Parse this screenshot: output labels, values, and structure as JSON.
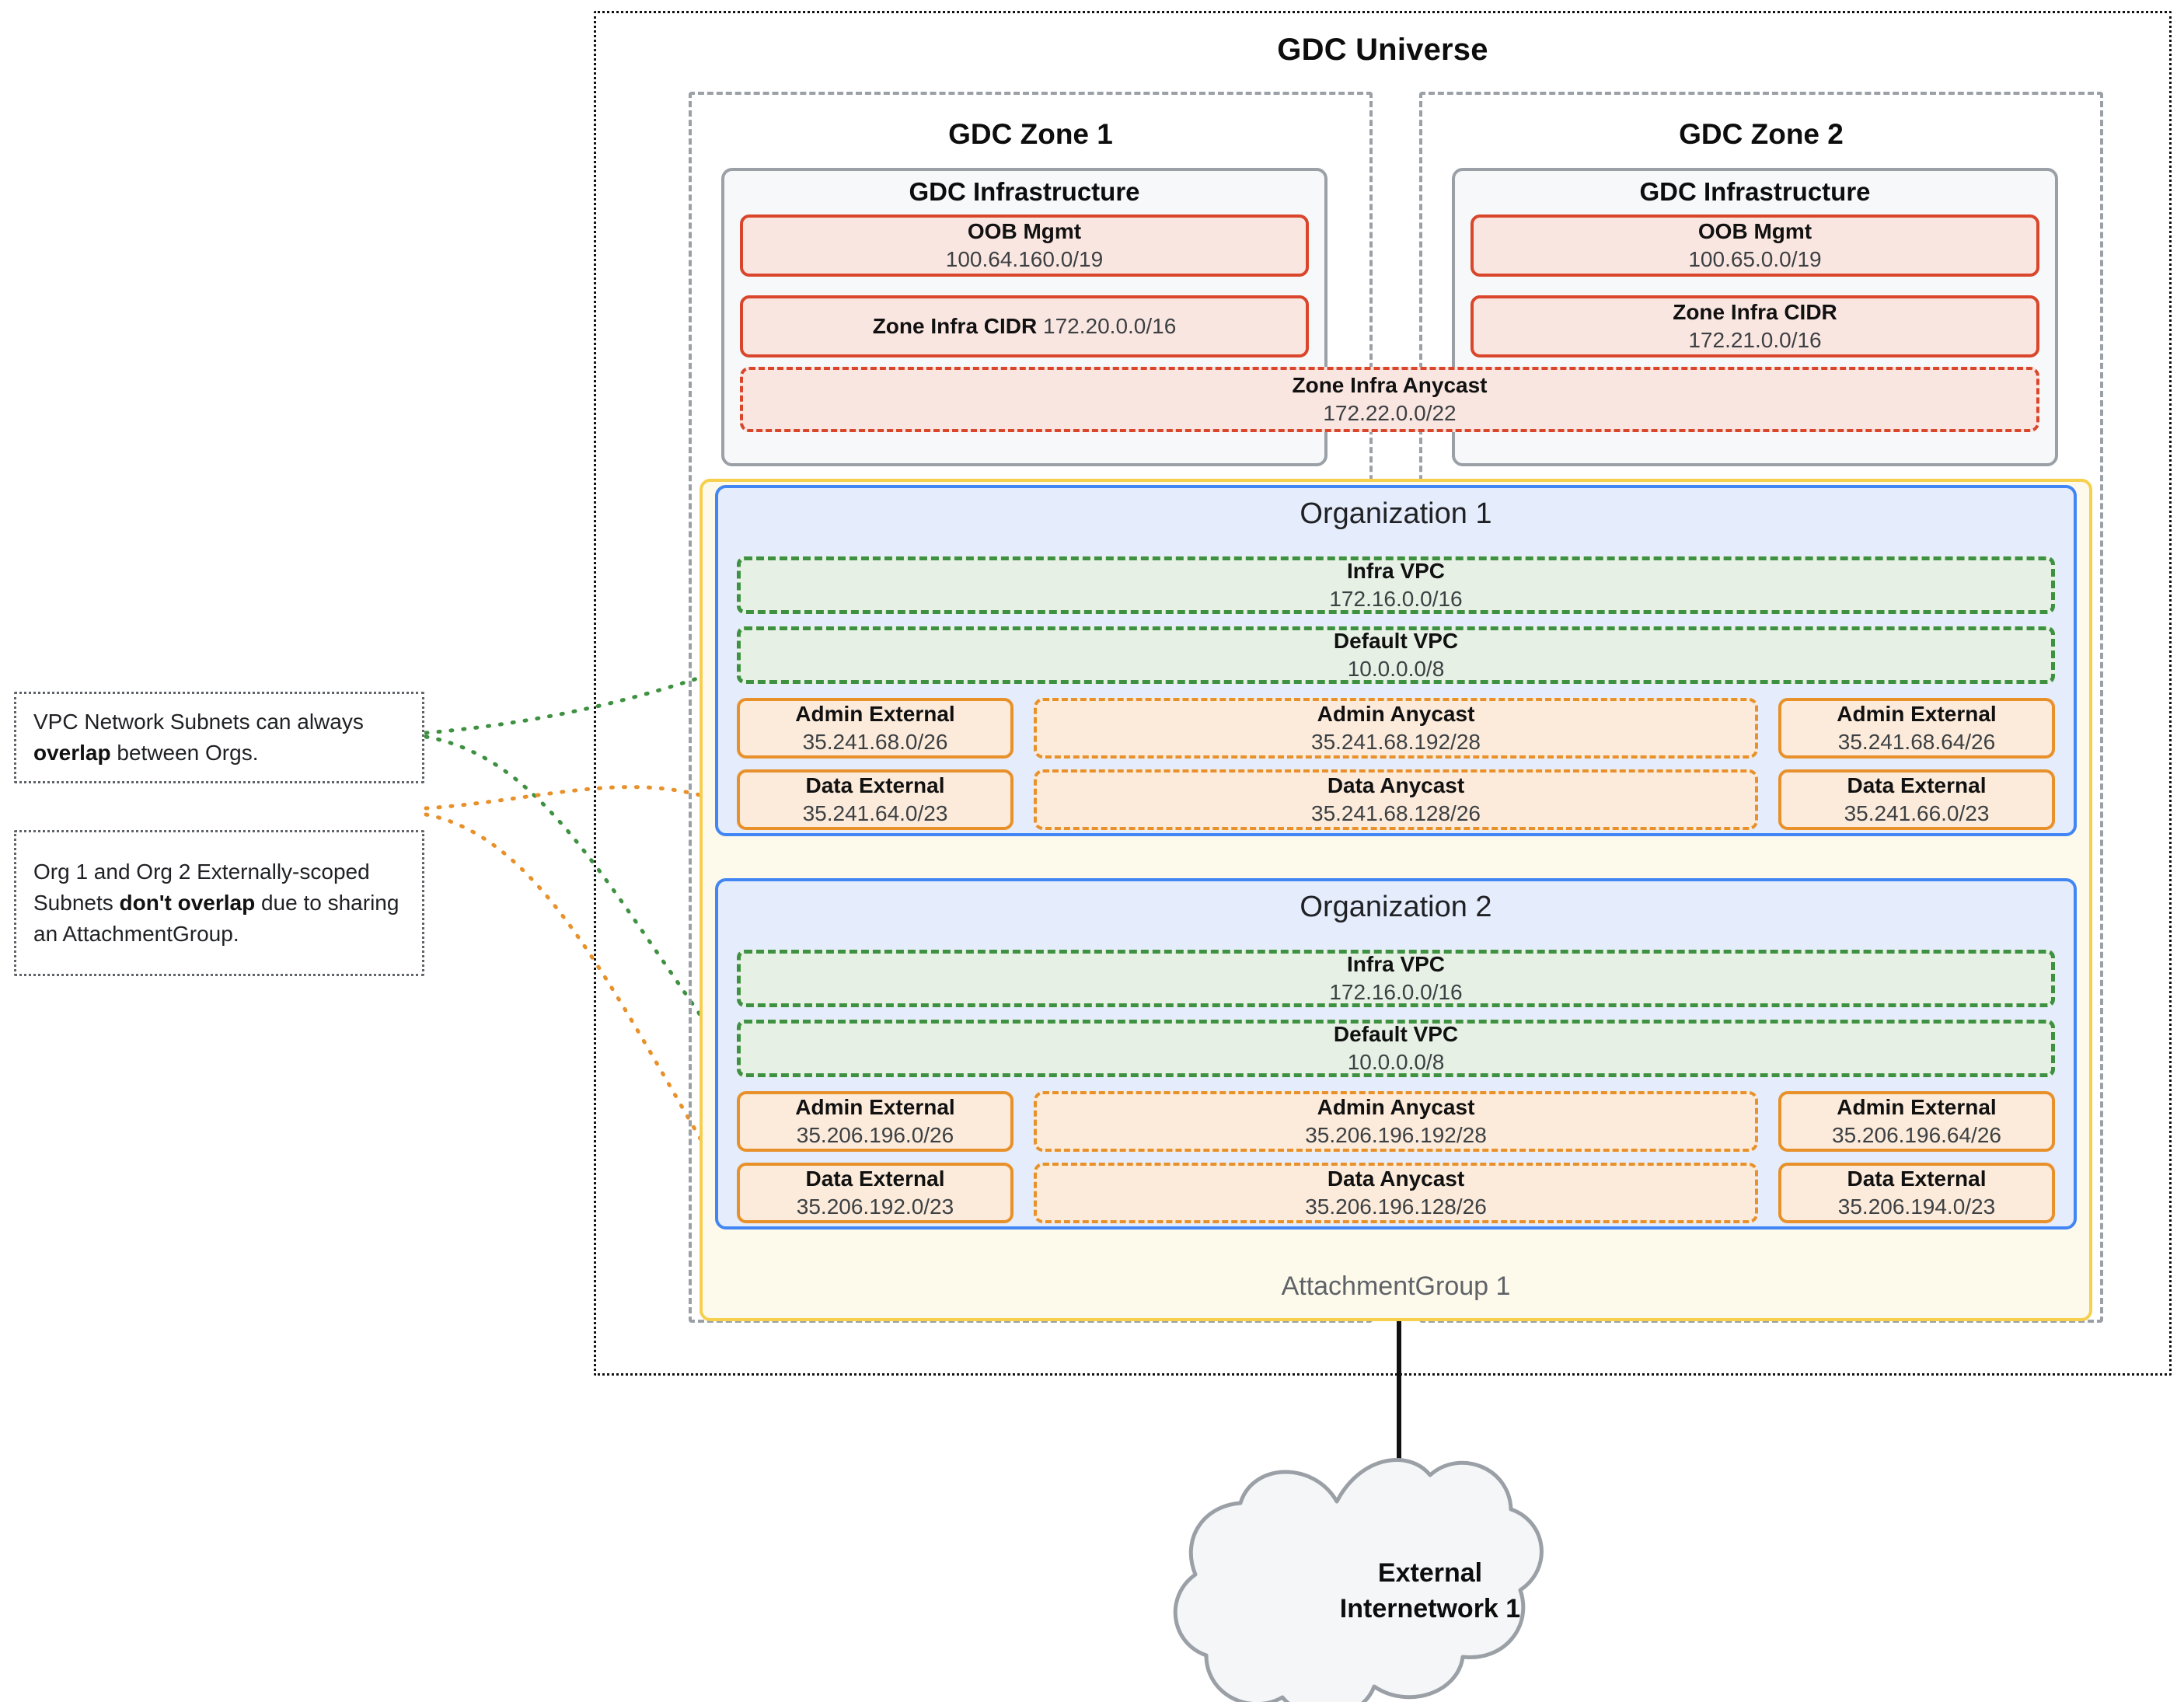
{
  "universe": {
    "title": "GDC Universe"
  },
  "zones": [
    {
      "title": "GDC Zone 1",
      "infra_title": "GDC Infrastructure",
      "oob": {
        "label": "OOB Mgmt",
        "cidr": "100.64.160.0/19"
      },
      "zone_infra_cidr": {
        "label": "Zone Infra CIDR",
        "cidr": "172.20.0.0/16",
        "inline": true
      }
    },
    {
      "title": "GDC Zone 2",
      "infra_title": "GDC Infrastructure",
      "oob": {
        "label": "OOB Mgmt",
        "cidr": "100.65.0.0/19"
      },
      "zone_infra_cidr": {
        "label": "Zone Infra CIDR",
        "cidr": "172.21.0.0/16",
        "inline": false
      }
    }
  ],
  "zone_infra_anycast": {
    "label": "Zone Infra Anycast",
    "cidr": "172.22.0.0/22"
  },
  "attachment_group": {
    "label": "AttachmentGroup 1"
  },
  "organizations": [
    {
      "title": "Organization 1",
      "infra_vpc": {
        "label": "Infra VPC",
        "cidr": "172.16.0.0/16"
      },
      "default_vpc": {
        "label": "Default VPC",
        "cidr": "10.0.0.0/8"
      },
      "admin_external_left": {
        "label": "Admin External",
        "cidr": "35.241.68.0/26"
      },
      "admin_anycast": {
        "label": "Admin Anycast",
        "cidr": "35.241.68.192/28"
      },
      "admin_external_right": {
        "label": "Admin External",
        "cidr": "35.241.68.64/26"
      },
      "data_external_left": {
        "label": "Data External",
        "cidr": "35.241.64.0/23"
      },
      "data_anycast": {
        "label": "Data Anycast",
        "cidr": "35.241.68.128/26"
      },
      "data_external_right": {
        "label": "Data External",
        "cidr": "35.241.66.0/23"
      }
    },
    {
      "title": "Organization 2",
      "infra_vpc": {
        "label": "Infra VPC",
        "cidr": "172.16.0.0/16"
      },
      "default_vpc": {
        "label": "Default VPC",
        "cidr": "10.0.0.0/8"
      },
      "admin_external_left": {
        "label": "Admin External",
        "cidr": "35.206.196.0/26"
      },
      "admin_anycast": {
        "label": "Admin Anycast",
        "cidr": "35.206.196.192/28"
      },
      "admin_external_right": {
        "label": "Admin External",
        "cidr": "35.206.196.64/26"
      },
      "data_external_left": {
        "label": "Data External",
        "cidr": "35.206.192.0/23"
      },
      "data_anycast": {
        "label": "Data Anycast",
        "cidr": "35.206.196.128/26"
      },
      "data_external_right": {
        "label": "Data External",
        "cidr": "35.206.194.0/23"
      }
    }
  ],
  "callouts": [
    {
      "text_before": "VPC Network Subnets can always ",
      "text_bold": "overlap",
      "text_after": " between Orgs."
    },
    {
      "text_before": "Org 1 and Org 2 Externally-scoped Subnets ",
      "text_bold": "don't overlap",
      "text_after": " due to sharing an AttachmentGroup."
    }
  ],
  "external_network": {
    "line1": "External",
    "line2": "Internetwork 1"
  },
  "colors": {
    "universe_border": "#111111",
    "zone_border": "#9aa0a6",
    "infra_fill": "#f6f8fa",
    "infra_border": "#9aa0a6",
    "cidr_red_fill": "#fae6e1",
    "cidr_red_border": "#d9462b",
    "org_fill": "#e5ecfb",
    "org_border": "#4285f4",
    "attachment_fill": "#fdfaeb",
    "attachment_border": "#f6cf4c",
    "vpc_fill": "#e6f0e4",
    "vpc_border": "#3f9142",
    "subnet_fill": "#fcebdb",
    "subnet_border": "#e8912b",
    "cloud_fill": "#f4f6f8",
    "cloud_border": "#9aa0a6",
    "callout_border": "#5f6368"
  }
}
